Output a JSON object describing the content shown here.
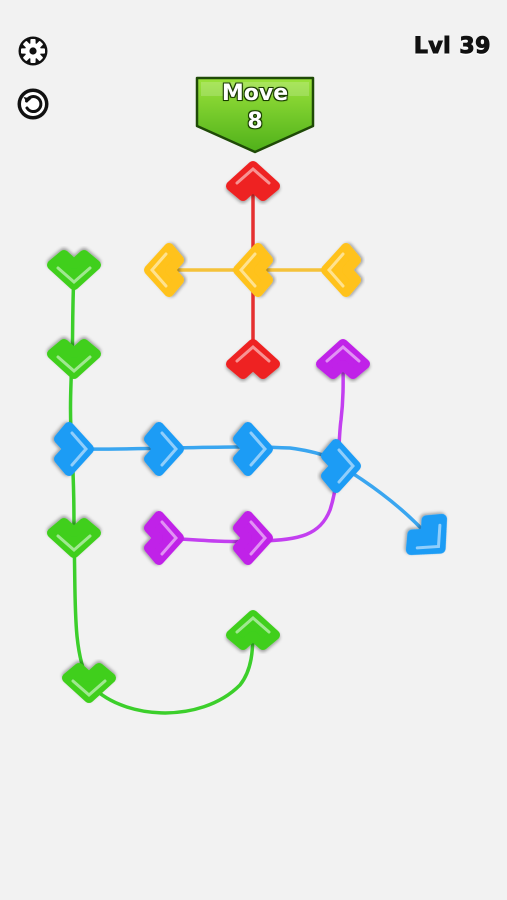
{
  "hud": {
    "settings_icon": "gear-icon",
    "restart_icon": "restart-icon",
    "level_label": "Lvl 39"
  },
  "moves": {
    "label": "Move",
    "count": "8",
    "banner_color": "#6cc62a"
  },
  "colors": {
    "red": "#ee2222",
    "yellow": "#ffc21a",
    "green": "#3fcf1f",
    "blue": "#1e9cf5",
    "purple": "#c020e8",
    "rope_red": "#e53030",
    "rope_yellow": "#f5c23a",
    "rope_green": "#3ccf2b",
    "rope_blue": "#3aa6f0",
    "rope_purple": "#c33ff0"
  },
  "arrows": [
    {
      "color": "red",
      "direction": "up"
    },
    {
      "color": "red",
      "direction": "up"
    },
    {
      "color": "yellow",
      "direction": "left"
    },
    {
      "color": "yellow",
      "direction": "left"
    },
    {
      "color": "yellow",
      "direction": "left"
    },
    {
      "color": "green",
      "direction": "down"
    },
    {
      "color": "green",
      "direction": "down"
    },
    {
      "color": "green",
      "direction": "down"
    },
    {
      "color": "green",
      "direction": "down"
    },
    {
      "color": "green",
      "direction": "up"
    },
    {
      "color": "blue",
      "direction": "right"
    },
    {
      "color": "blue",
      "direction": "right"
    },
    {
      "color": "blue",
      "direction": "right"
    },
    {
      "color": "blue",
      "direction": "right"
    },
    {
      "color": "blue",
      "direction": "down-right"
    },
    {
      "color": "purple",
      "direction": "right"
    },
    {
      "color": "purple",
      "direction": "right"
    },
    {
      "color": "purple",
      "direction": "up"
    }
  ]
}
